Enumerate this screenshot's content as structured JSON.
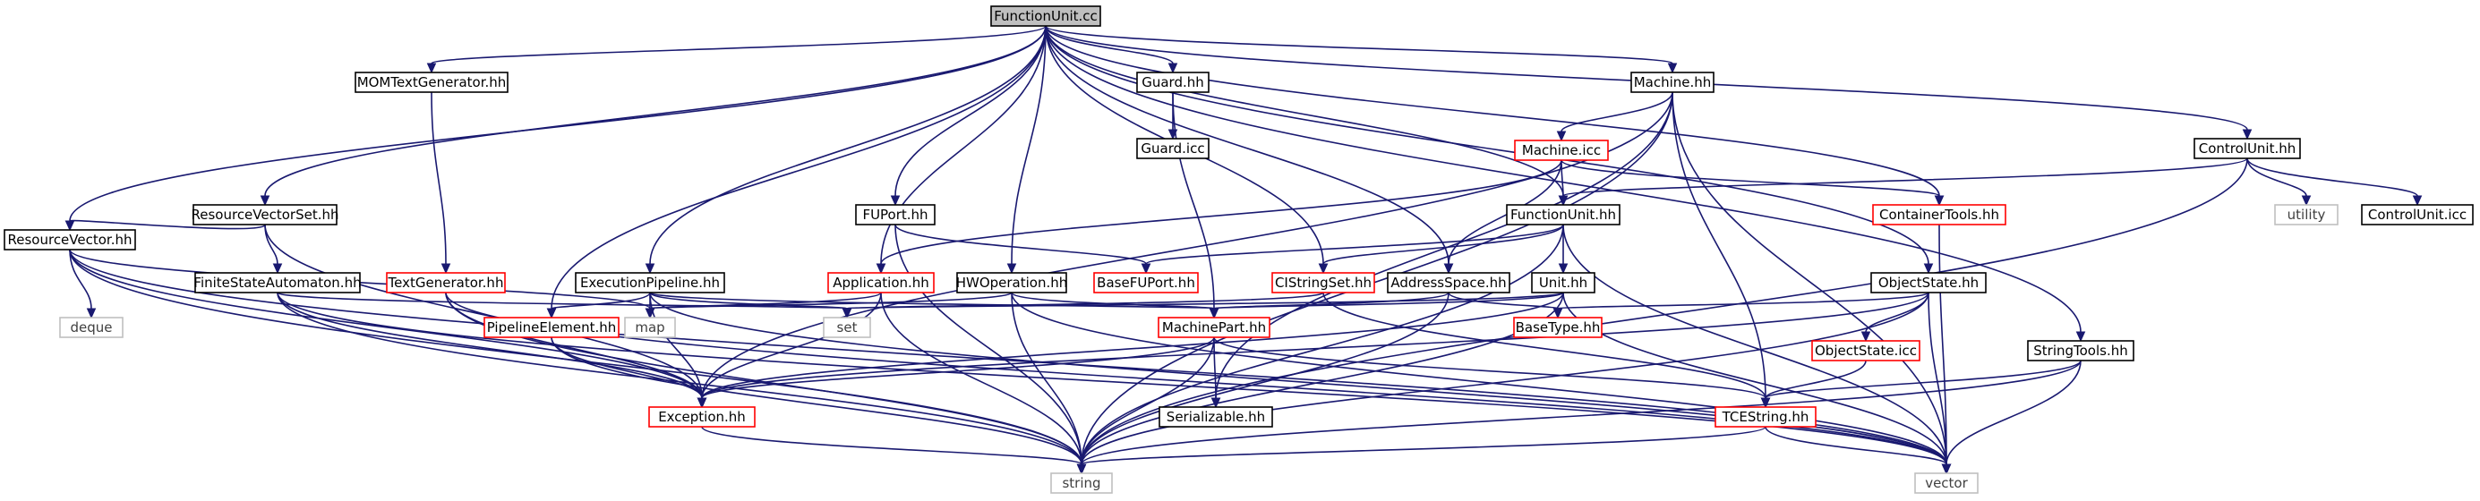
{
  "colors": {
    "edge": "#191970",
    "normal_border": "#000000",
    "red_border": "#ff0000",
    "gray_border": "#bfbfbf",
    "root_fill": "#bfbfbf",
    "gray_text": "#404040"
  },
  "nodes": [
    {
      "id": "function-unit-cc",
      "label": "FunctionUnit.cc",
      "style": "root"
    },
    {
      "id": "mom-text-generator-hh",
      "label": "MOMTextGenerator.hh",
      "style": "normal"
    },
    {
      "id": "guard-hh",
      "label": "Guard.hh",
      "style": "normal"
    },
    {
      "id": "machine-hh",
      "label": "Machine.hh",
      "style": "normal"
    },
    {
      "id": "guard-icc",
      "label": "Guard.icc",
      "style": "normal"
    },
    {
      "id": "machine-icc",
      "label": "Machine.icc",
      "style": "red"
    },
    {
      "id": "control-unit-hh",
      "label": "ControlUnit.hh",
      "style": "normal"
    },
    {
      "id": "resource-vector-set-hh",
      "label": "ResourceVectorSet.hh",
      "style": "normal"
    },
    {
      "id": "fu-port-hh",
      "label": "FUPort.hh",
      "style": "normal"
    },
    {
      "id": "function-unit-hh",
      "label": "FunctionUnit.hh",
      "style": "normal"
    },
    {
      "id": "container-tools-hh",
      "label": "ContainerTools.hh",
      "style": "red"
    },
    {
      "id": "utility",
      "label": "utility",
      "style": "gray"
    },
    {
      "id": "control-unit-icc",
      "label": "ControlUnit.icc",
      "style": "normal"
    },
    {
      "id": "resource-vector-hh",
      "label": "ResourceVector.hh",
      "style": "normal"
    },
    {
      "id": "finite-state-automaton-hh",
      "label": "FiniteStateAutomaton.hh",
      "style": "normal"
    },
    {
      "id": "text-generator-hh",
      "label": "TextGenerator.hh",
      "style": "red"
    },
    {
      "id": "execution-pipeline-hh",
      "label": "ExecutionPipeline.hh",
      "style": "normal"
    },
    {
      "id": "application-hh",
      "label": "Application.hh",
      "style": "red"
    },
    {
      "id": "hw-operation-hh",
      "label": "HWOperation.hh",
      "style": "normal"
    },
    {
      "id": "base-fu-port-hh",
      "label": "BaseFUPort.hh",
      "style": "red"
    },
    {
      "id": "ci-string-set-hh",
      "label": "CIStringSet.hh",
      "style": "red"
    },
    {
      "id": "address-space-hh",
      "label": "AddressSpace.hh",
      "style": "normal"
    },
    {
      "id": "unit-hh",
      "label": "Unit.hh",
      "style": "normal"
    },
    {
      "id": "object-state-hh",
      "label": "ObjectState.hh",
      "style": "normal"
    },
    {
      "id": "deque",
      "label": "deque",
      "style": "gray"
    },
    {
      "id": "pipeline-element-hh",
      "label": "PipelineElement.hh",
      "style": "red"
    },
    {
      "id": "map",
      "label": "map",
      "style": "gray"
    },
    {
      "id": "set",
      "label": "set",
      "style": "gray"
    },
    {
      "id": "machine-part-hh",
      "label": "MachinePart.hh",
      "style": "red"
    },
    {
      "id": "base-type-hh",
      "label": "BaseType.hh",
      "style": "red"
    },
    {
      "id": "object-state-icc",
      "label": "ObjectState.icc",
      "style": "red"
    },
    {
      "id": "string-tools-hh",
      "label": "StringTools.hh",
      "style": "normal"
    },
    {
      "id": "exception-hh",
      "label": "Exception.hh",
      "style": "red"
    },
    {
      "id": "serializable-hh",
      "label": "Serializable.hh",
      "style": "normal"
    },
    {
      "id": "tce-string-hh",
      "label": "TCEString.hh",
      "style": "red"
    },
    {
      "id": "string",
      "label": "string",
      "style": "gray"
    },
    {
      "id": "vector",
      "label": "vector",
      "style": "gray"
    }
  ],
  "edges": [
    [
      "function-unit-cc",
      "mom-text-generator-hh"
    ],
    [
      "function-unit-cc",
      "guard-hh"
    ],
    [
      "function-unit-cc",
      "machine-hh"
    ],
    [
      "function-unit-cc",
      "control-unit-hh"
    ],
    [
      "function-unit-cc",
      "resource-vector-set-hh"
    ],
    [
      "function-unit-cc",
      "resource-vector-hh"
    ],
    [
      "function-unit-cc",
      "pipeline-element-hh"
    ],
    [
      "function-unit-cc",
      "execution-pipeline-hh"
    ],
    [
      "function-unit-cc",
      "application-hh"
    ],
    [
      "function-unit-cc",
      "fu-port-hh"
    ],
    [
      "function-unit-cc",
      "hw-operation-hh"
    ],
    [
      "function-unit-cc",
      "ci-string-set-hh"
    ],
    [
      "function-unit-cc",
      "function-unit-hh"
    ],
    [
      "function-unit-cc",
      "address-space-hh"
    ],
    [
      "function-unit-cc",
      "container-tools-hh"
    ],
    [
      "function-unit-cc",
      "object-state-hh"
    ],
    [
      "function-unit-cc",
      "string-tools-hh"
    ],
    [
      "mom-text-generator-hh",
      "text-generator-hh"
    ],
    [
      "guard-hh",
      "guard-icc"
    ],
    [
      "guard-hh",
      "machine-part-hh"
    ],
    [
      "machine-hh",
      "machine-icc"
    ],
    [
      "machine-hh",
      "exception-hh"
    ],
    [
      "machine-hh",
      "serializable-hh"
    ],
    [
      "machine-hh",
      "tce-string-hh"
    ],
    [
      "machine-hh",
      "string"
    ],
    [
      "machine-hh",
      "vector"
    ],
    [
      "machine-icc",
      "function-unit-hh"
    ],
    [
      "machine-icc",
      "container-tools-hh"
    ],
    [
      "machine-icc",
      "application-hh"
    ],
    [
      "machine-icc",
      "address-space-hh"
    ],
    [
      "control-unit-hh",
      "function-unit-hh"
    ],
    [
      "control-unit-hh",
      "utility"
    ],
    [
      "control-unit-hh",
      "control-unit-icc"
    ],
    [
      "control-unit-hh",
      "string"
    ],
    [
      "resource-vector-set-hh",
      "resource-vector-hh"
    ],
    [
      "resource-vector-set-hh",
      "finite-state-automaton-hh"
    ],
    [
      "resource-vector-set-hh",
      "exception-hh"
    ],
    [
      "resource-vector-hh",
      "deque"
    ],
    [
      "resource-vector-hh",
      "map"
    ],
    [
      "resource-vector-hh",
      "exception-hh"
    ],
    [
      "resource-vector-hh",
      "string"
    ],
    [
      "resource-vector-hh",
      "vector"
    ],
    [
      "finite-state-automaton-hh",
      "set"
    ],
    [
      "finite-state-automaton-hh",
      "exception-hh"
    ],
    [
      "finite-state-automaton-hh",
      "string"
    ],
    [
      "finite-state-automaton-hh",
      "vector"
    ],
    [
      "text-generator-hh",
      "exception-hh"
    ],
    [
      "text-generator-hh",
      "string"
    ],
    [
      "text-generator-hh",
      "vector"
    ],
    [
      "execution-pipeline-hh",
      "pipeline-element-hh"
    ],
    [
      "execution-pipeline-hh",
      "map"
    ],
    [
      "execution-pipeline-hh",
      "set"
    ],
    [
      "execution-pipeline-hh",
      "exception-hh"
    ],
    [
      "execution-pipeline-hh",
      "machine-part-hh"
    ],
    [
      "execution-pipeline-hh",
      "vector"
    ],
    [
      "pipeline-element-hh",
      "exception-hh"
    ],
    [
      "pipeline-element-hh",
      "string"
    ],
    [
      "application-hh",
      "map"
    ],
    [
      "application-hh",
      "exception-hh"
    ],
    [
      "application-hh",
      "string"
    ],
    [
      "fu-port-hh",
      "base-fu-port-hh"
    ],
    [
      "fu-port-hh",
      "string"
    ],
    [
      "hw-operation-hh",
      "map"
    ],
    [
      "hw-operation-hh",
      "machine-part-hh"
    ],
    [
      "hw-operation-hh",
      "string"
    ],
    [
      "hw-operation-hh",
      "vector"
    ],
    [
      "function-unit-hh",
      "base-fu-port-hh"
    ],
    [
      "function-unit-hh",
      "ci-string-set-hh"
    ],
    [
      "function-unit-hh",
      "unit-hh"
    ],
    [
      "function-unit-hh",
      "string"
    ],
    [
      "function-unit-hh",
      "vector"
    ],
    [
      "ci-string-set-hh",
      "set"
    ],
    [
      "ci-string-set-hh",
      "tce-string-hh"
    ],
    [
      "address-space-hh",
      "machine-part-hh"
    ],
    [
      "address-space-hh",
      "base-type-hh"
    ],
    [
      "address-space-hh",
      "string"
    ],
    [
      "unit-hh",
      "set"
    ],
    [
      "unit-hh",
      "machine-part-hh"
    ],
    [
      "unit-hh",
      "exception-hh"
    ],
    [
      "unit-hh",
      "string"
    ],
    [
      "unit-hh",
      "vector"
    ],
    [
      "machine-part-hh",
      "exception-hh"
    ],
    [
      "machine-part-hh",
      "serializable-hh"
    ],
    [
      "machine-part-hh",
      "tce-string-hh"
    ],
    [
      "machine-part-hh",
      "string"
    ],
    [
      "object-state-hh",
      "base-type-hh"
    ],
    [
      "object-state-hh",
      "object-state-icc"
    ],
    [
      "object-state-hh",
      "exception-hh"
    ],
    [
      "object-state-hh",
      "string"
    ],
    [
      "object-state-hh",
      "vector"
    ],
    [
      "object-state-icc",
      "tce-string-hh"
    ],
    [
      "string-tools-hh",
      "tce-string-hh"
    ],
    [
      "string-tools-hh",
      "string"
    ],
    [
      "string-tools-hh",
      "vector"
    ],
    [
      "container-tools-hh",
      "vector"
    ],
    [
      "exception-hh",
      "string"
    ],
    [
      "tce-string-hh",
      "string"
    ],
    [
      "tce-string-hh",
      "vector"
    ]
  ]
}
